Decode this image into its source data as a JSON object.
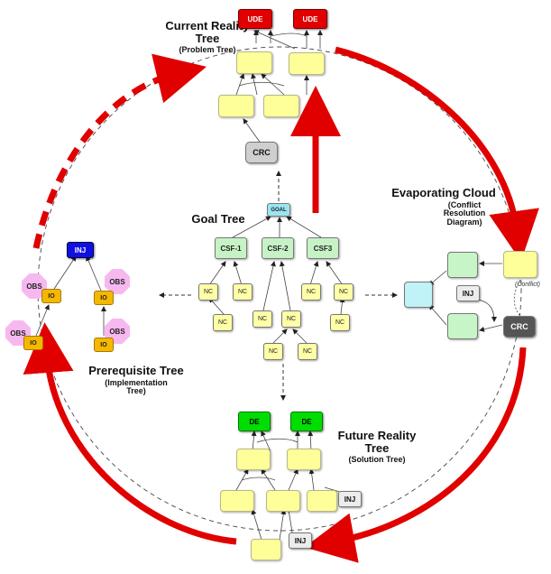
{
  "current_reality_tree": {
    "title": "Current Reality Tree",
    "subtitle": "(Problem Tree)",
    "ude_label": "UDE",
    "crc_label": "CRC"
  },
  "goal_tree": {
    "title": "Goal Tree",
    "goal_label": "GOAL",
    "csf_labels": [
      "CSF-1",
      "CSF-2",
      "CSF3"
    ],
    "nc_label": "NC"
  },
  "evaporating_cloud": {
    "title": "Evaporating Cloud",
    "subtitle": "(Conflict Resolution Diagram)",
    "inj_label": "INJ",
    "crc_label": "CRC",
    "conflict_label": "(Conflict)"
  },
  "future_reality_tree": {
    "title": "Future Reality Tree",
    "subtitle": "(Solution Tree)",
    "de_label": "DE",
    "inj_label": "INJ"
  },
  "prerequisite_tree": {
    "title": "Prerequisite Tree",
    "subtitle": "(Implementation Tree)",
    "inj_label": "INJ",
    "obs_label": "OBS",
    "io_label": "IO"
  },
  "colors": {
    "cycle_arrow": "#e00000",
    "ude": "#e00000",
    "de": "#00dd00",
    "entity": "#ffff99",
    "csf": "#c6f2c6",
    "goal": "#9ae6ee",
    "inj_prerequisite": "#1010e0",
    "obs": "#f7b8f0",
    "io": "#f5b800"
  }
}
